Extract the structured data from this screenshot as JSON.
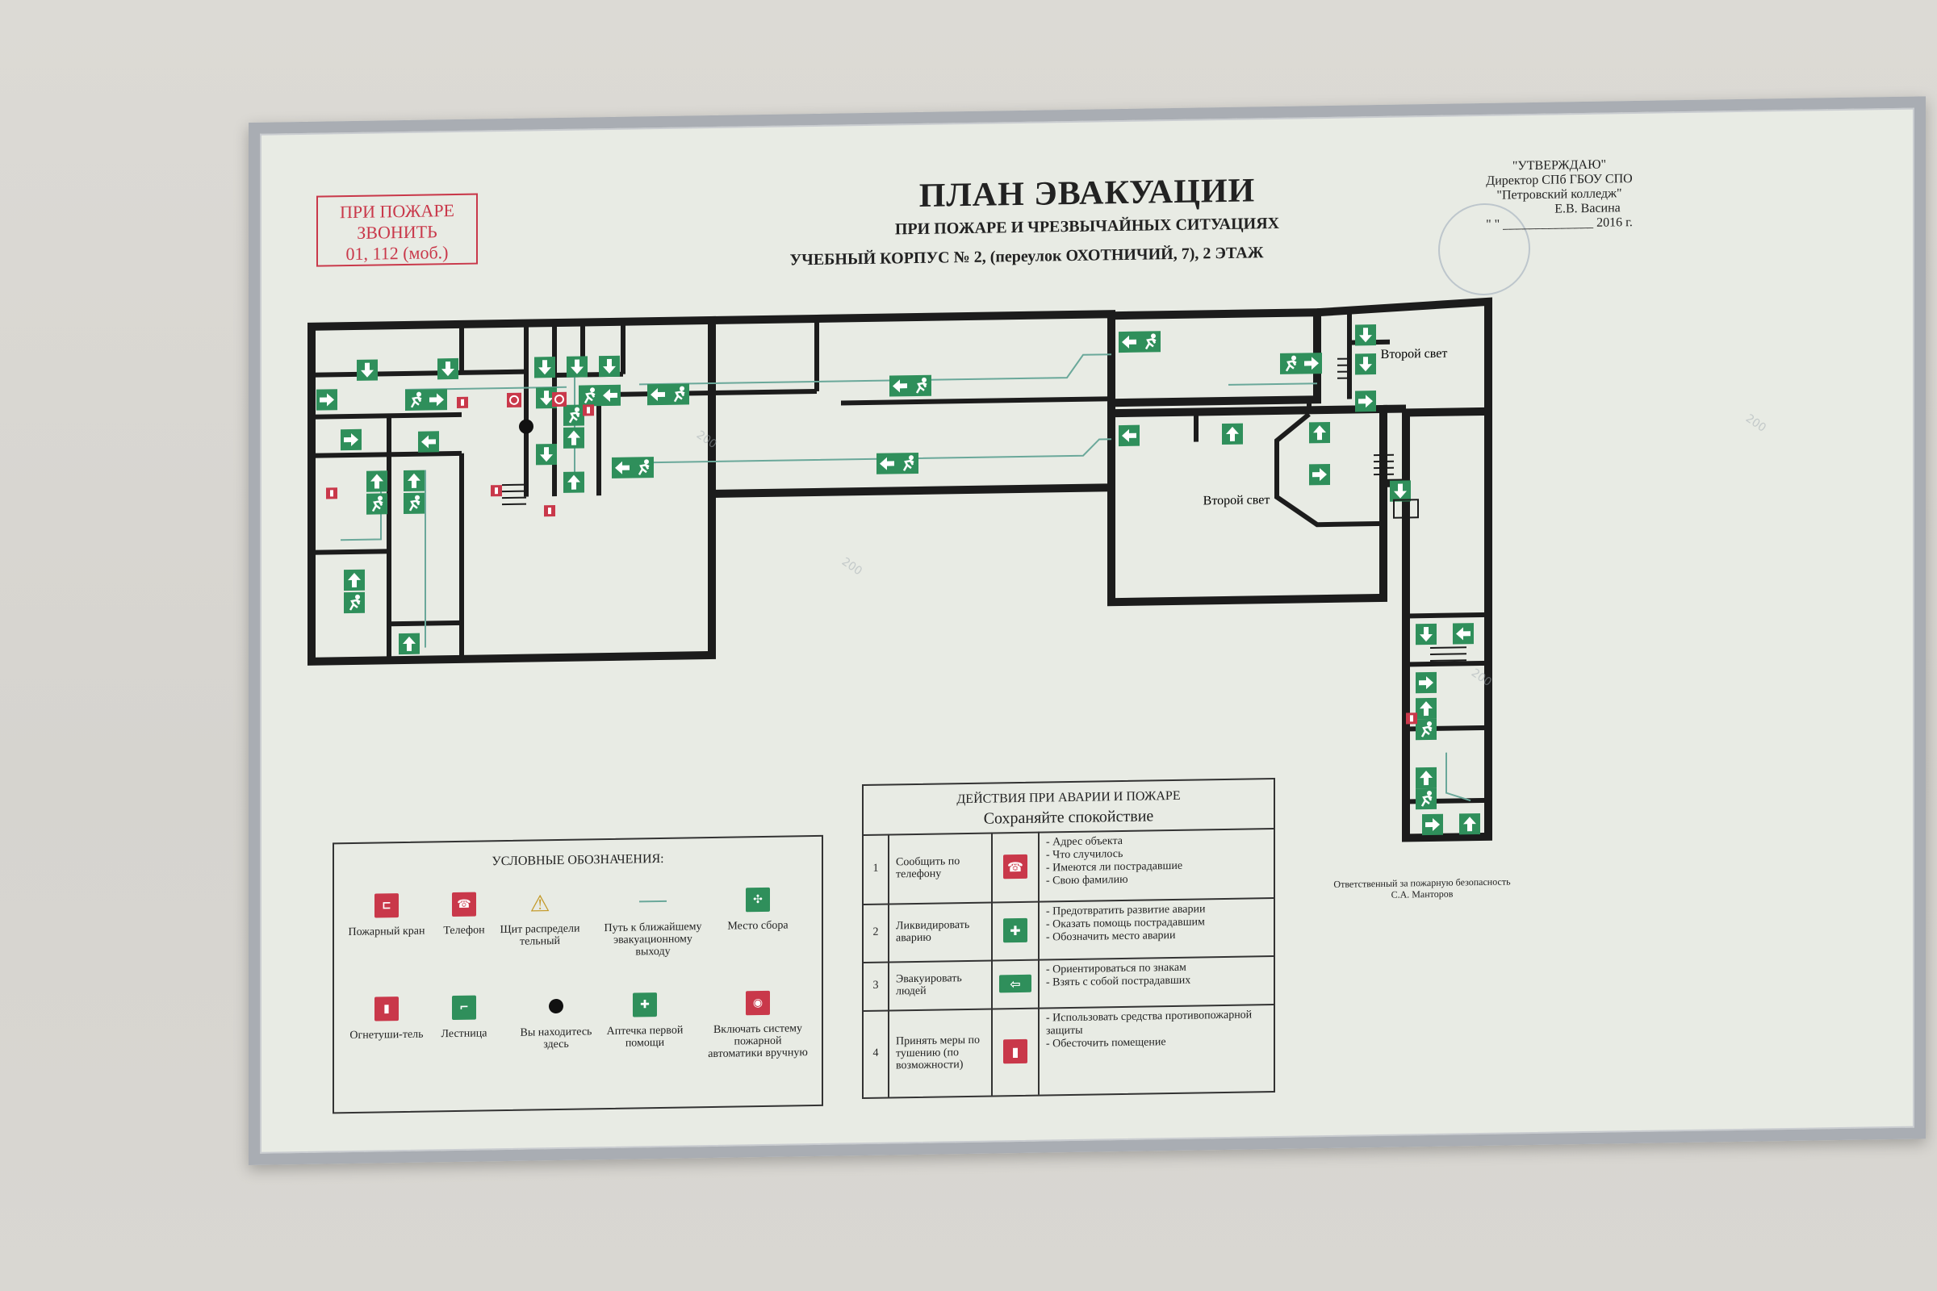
{
  "header": {
    "fire_call_line1": "ПРИ ПОЖАРЕ",
    "fire_call_line2": "ЗВОНИТЬ",
    "fire_call_line3": "01, 112 (моб.)",
    "title": "ПЛАН ЭВАКУАЦИИ",
    "subtitle": "ПРИ ПОЖАРЕ И ЧРЕЗВЫЧАЙНЫХ СИТУАЦИЯХ",
    "building": "УЧЕБНЫЙ  КОРПУС № 2,  (переулок ОХОТНИЧИЙ, 7), 2 ЭТАЖ"
  },
  "approval": {
    "line1": "\"УТВЕРЖДАЮ\"",
    "line2": "Директор  СПб ГБОУ СПО",
    "line3": "\"Петровский колледж\"",
    "line4": "Е.В. Васина",
    "line5": "\"  \" ______________ 2016 г."
  },
  "plan": {
    "room_second_light_1": "Второй свет",
    "room_second_light_2": "Второй свет"
  },
  "legend": {
    "title": "УСЛОВНЫЕ ОБОЗНАЧЕНИЯ:",
    "items": [
      {
        "label": "Пожарный кран",
        "icon": "fire-hose-icon"
      },
      {
        "label": "Телефон",
        "icon": "phone-icon"
      },
      {
        "label": "Щит распредели тельный",
        "icon": "electrical-panel-icon"
      },
      {
        "label": "Путь к ближайшему эвакуационному выходу",
        "icon": "evacuation-path-line-icon"
      },
      {
        "label": "Место сбора",
        "icon": "assembly-point-icon"
      },
      {
        "label": "Огнетуши-тель",
        "icon": "extinguisher-icon"
      },
      {
        "label": "Лестница",
        "icon": "stairs-icon"
      },
      {
        "label": "Вы находитесь здесь",
        "icon": "you-are-here-icon"
      },
      {
        "label": "Аптечка первой помощи",
        "icon": "first-aid-icon"
      },
      {
        "label": "Включать систему пожарной автоматики вручную",
        "icon": "fire-alarm-button-icon"
      }
    ]
  },
  "actions": {
    "head1": "ДЕЙСТВИЯ ПРИ АВАРИИ И  ПОЖАРЕ",
    "head2": "Сохраняйте спокойствие",
    "rows": [
      {
        "num": "1",
        "label": "Сообщить по телефону",
        "text": "- Адрес объекта\n- Что случилось\n- Имеются ли пострадавшие\n- Свою фамилию"
      },
      {
        "num": "2",
        "label": "Ликвидировать аварию",
        "text": "- Предотвратить  развитие аварии\n- Оказать помощь пострадавшим\n- Обозначить место аварии"
      },
      {
        "num": "3",
        "label": "Эвакуировать людей",
        "text": "- Ориентироваться по  знакам\n- Взять с собой  пострадавших"
      },
      {
        "num": "4",
        "label": "Принять меры по тушению (по возможности)",
        "text": "- Использовать средства противопожарной защиты\n- Обесточить помещение"
      }
    ]
  },
  "responsible": "Ответственный за пожарную безопасность С.А. Манторов",
  "watermark": "200",
  "colors": {
    "wall": "#1c1c1c",
    "exit_green": "#2f8f5b",
    "fire_red": "#c9384a",
    "sheet": "#e8ebe4",
    "path_line": "#6aa89a"
  }
}
